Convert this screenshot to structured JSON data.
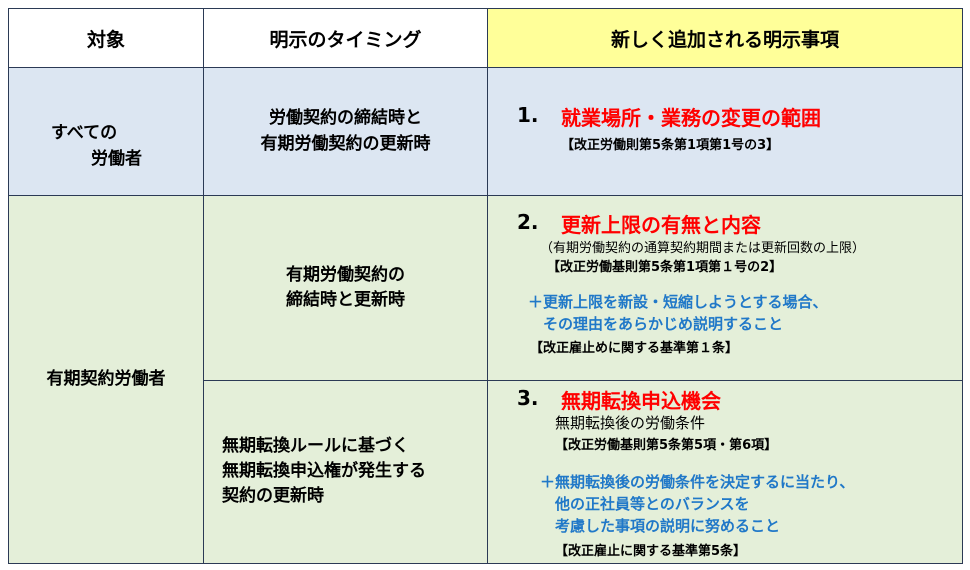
{
  "headers": {
    "target": "対象",
    "timing": "明示のタイミング",
    "items": "新しく追加される明示事項"
  },
  "row1": {
    "target_line1": "すべての",
    "target_line2": "労働者",
    "timing_line1": "労働契約の締結時と",
    "timing_line2": "有期労働契約の更新時",
    "num": "1.",
    "title": "就業場所・業務の変更の範囲",
    "ref": "【改正労働則第5条第1項第1号の3】"
  },
  "row2": {
    "target": "有期契約労働者",
    "timing_line1": "有期労働契約の",
    "timing_line2": "締結時と更新時",
    "num": "2.",
    "title": "更新上限の有無と内容",
    "note": "（有期労働契約の通算契約期間または更新回数の上限）",
    "ref": "【改正労働基則第5条第1項第１号の2】",
    "plus_line1": "＋更新上限を新設・短縮しようとする場合、",
    "plus_line2": "その理由をあらかじめ説明すること",
    "ref2": "【改正雇止めに関する基準第１条】"
  },
  "row3": {
    "timing_line1": "無期転換ルールに基づく",
    "timing_line2": "無期転換申込権が発生する",
    "timing_line3": "契約の更新時",
    "num": "3.",
    "title": "無期転換申込機会",
    "sub": "無期転換後の労働条件",
    "ref": "【改正労働基則第5条第5項・第6項】",
    "plus_line1": "＋無期転換後の労働条件を決定するに当たり、",
    "plus_line2": "他の正社員等とのバランスを",
    "plus_line3": "考慮した事項の説明に努めること",
    "ref2": "【改正雇止に関する基準第5条】"
  },
  "colors": {
    "header_yellow": "#ffff99",
    "row_blue": "#dce6f2",
    "row_green": "#e4efd9",
    "title_red": "#ff0000",
    "note_blue": "#2078c8"
  }
}
